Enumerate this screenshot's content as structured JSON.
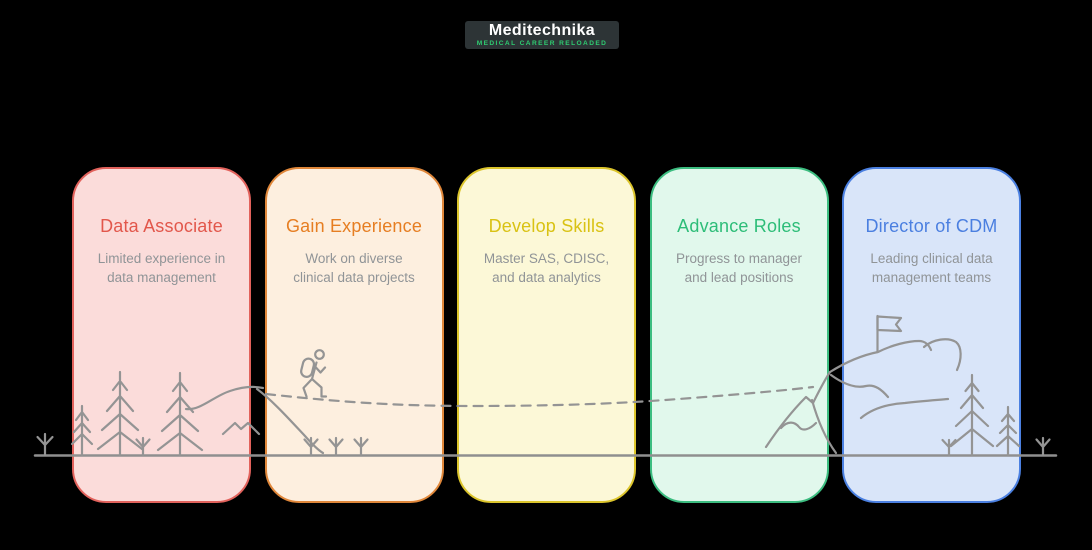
{
  "background_color": "#000000",
  "logo": {
    "brand": "Meditechnika",
    "tagline": "MEDICAL CAREER RELOADED",
    "bg_color": "#2d3436",
    "brand_color": "#ffffff",
    "tagline_color": "#2ecc71"
  },
  "steps": [
    {
      "title": "Data Associate",
      "description": "Limited experience in data management",
      "accent_color": "#e2574b",
      "border_color": "#e2625c",
      "fill_color": "#fbdcda"
    },
    {
      "title": "Gain Experience",
      "description": "Work on diverse clinical data projects",
      "accent_color": "#e67e22",
      "border_color": "#e0873a",
      "fill_color": "#fdefdf"
    },
    {
      "title": "Develop Skills",
      "description": "Master SAS, CDISC, and data analytics",
      "accent_color": "#d9c213",
      "border_color": "#dcc52c",
      "fill_color": "#fcf8d7"
    },
    {
      "title": "Advance Roles",
      "description": "Progress to manager and lead positions",
      "accent_color": "#2dbd78",
      "border_color": "#3cbd80",
      "fill_color": "#e1f8ec"
    },
    {
      "title": "Director of CDM",
      "description": "Leading clinical data management teams",
      "accent_color": "#4b7fe0",
      "border_color": "#4b80e1",
      "fill_color": "#d9e5f9"
    }
  ],
  "description_color": "#909497",
  "artwork": {
    "stroke_color": "#949494",
    "ground_color": "#8f8f8f",
    "elements": [
      "ground-line",
      "sprouts",
      "pine-trees",
      "hills",
      "hiker",
      "dashed-trail",
      "mountain",
      "summit-flag"
    ]
  }
}
